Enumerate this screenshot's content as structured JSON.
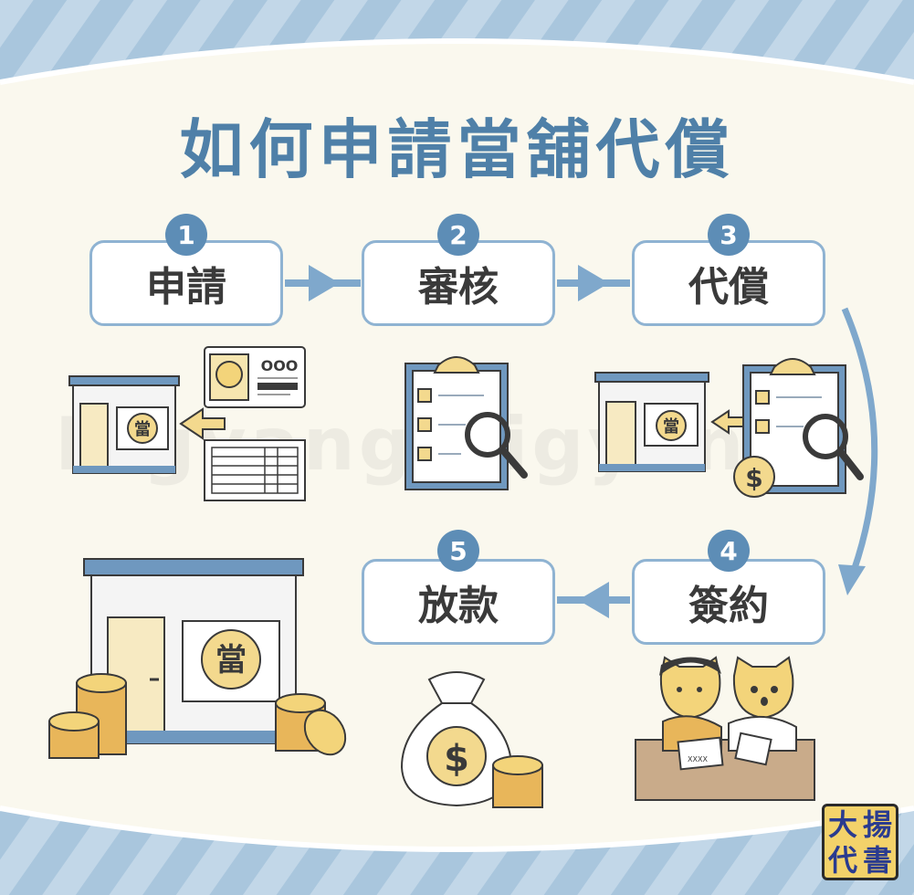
{
  "title": "如何申請當舖代償",
  "watermark": "Bigyang Bigyang",
  "steps": [
    {
      "number": "1",
      "label": "申請"
    },
    {
      "number": "2",
      "label": "審核"
    },
    {
      "number": "3",
      "label": "代償"
    },
    {
      "number": "4",
      "label": "簽約"
    },
    {
      "number": "5",
      "label": "放款"
    }
  ],
  "pawn_sign": "當",
  "dollar_sign": "$",
  "id_card_dots": "OOO",
  "contract_text": "XXXX",
  "logo": {
    "chars": [
      "大",
      "揚",
      "代",
      "書"
    ]
  },
  "colors": {
    "outer_bg": "#a9c6dd",
    "inner_bg": "#faf8ee",
    "accent_blue": "#5d8db6",
    "title_blue": "#4f80a8",
    "coin_gold": "#e8b65a",
    "building_wall": "#f4f4f4"
  }
}
